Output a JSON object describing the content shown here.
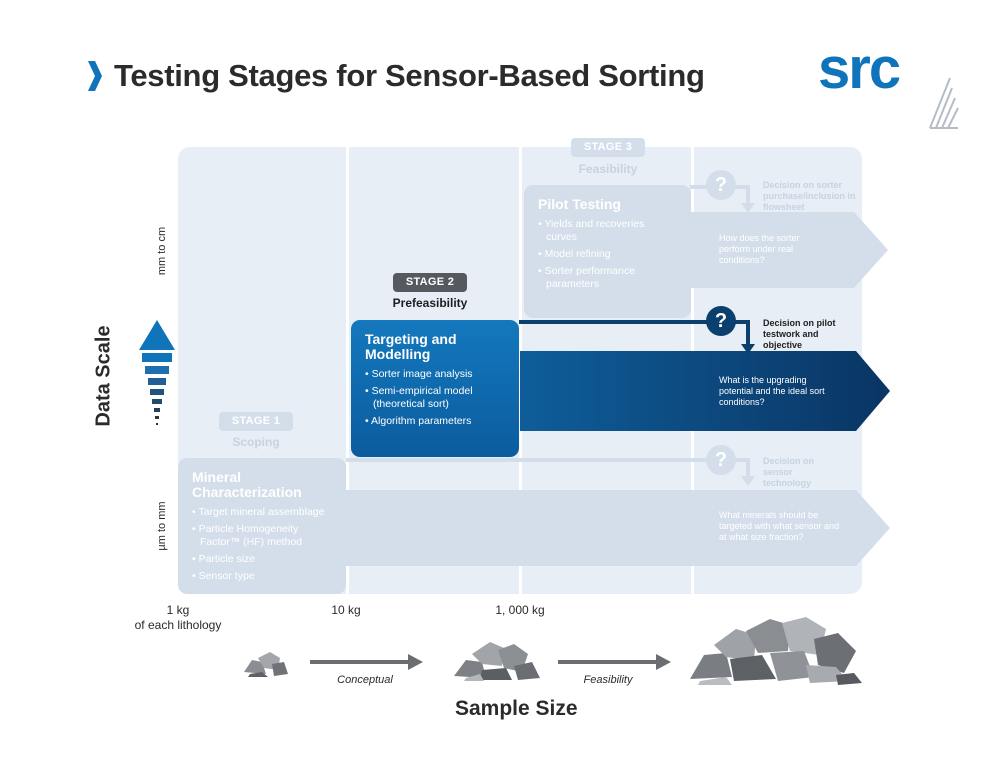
{
  "title": "Testing Stages for Sensor-Based Sorting",
  "logo_text": "src",
  "colors": {
    "blue": "#0f74b9",
    "navy": "#0a3f6e",
    "grid": "#e7eef6",
    "pale": "#d4deea",
    "faded_text": "#c6d3e1"
  },
  "stages": [
    {
      "badge": "STAGE 1",
      "name": "Scoping",
      "box": {
        "title": "Mineral Characterization",
        "items": [
          "Target mineral assemblage",
          "Particle Homogeneity Factor™ (HF) method",
          "Particle size",
          "Sensor type"
        ]
      },
      "decision": "Decision on sensor technology",
      "arrow_question": "What minerals should be targeted with what sensor and at what size fraction?"
    },
    {
      "badge": "STAGE 2",
      "name": "Prefeasibility",
      "box": {
        "title": "Targeting and Modelling",
        "items": [
          "Sorter image analysis",
          "Semi-empirical model (theoretical sort)",
          "Algorithm parameters"
        ]
      },
      "decision": "Decision on pilot testwork and objective",
      "arrow_question": "What is the upgrading potential and the ideal sort conditions?"
    },
    {
      "badge": "STAGE 3",
      "name": "Feasibility",
      "box": {
        "title": "Pilot Testing",
        "items": [
          "Yields and recoveries curves",
          "Model refining",
          "Sorter performance parameters"
        ]
      },
      "decision": "Decision on sorter purchase/inclusion in flowsheet",
      "arrow_question": "How does the sorter perform under real conditions?"
    }
  ],
  "y_axis": {
    "title": "Data Scale",
    "top_label": "mm to cm",
    "bottom_label": "µm to mm"
  },
  "x_axis": {
    "title": "Sample Size",
    "ticks": [
      {
        "line1": "1 kg",
        "line2": "of each lithology"
      },
      {
        "line1": "10 kg",
        "line2": ""
      },
      {
        "line1": "1, 000 kg",
        "line2": ""
      }
    ]
  },
  "flow": {
    "step1": "Conceptual",
    "step2": "Feasibility"
  },
  "question_mark": "?"
}
